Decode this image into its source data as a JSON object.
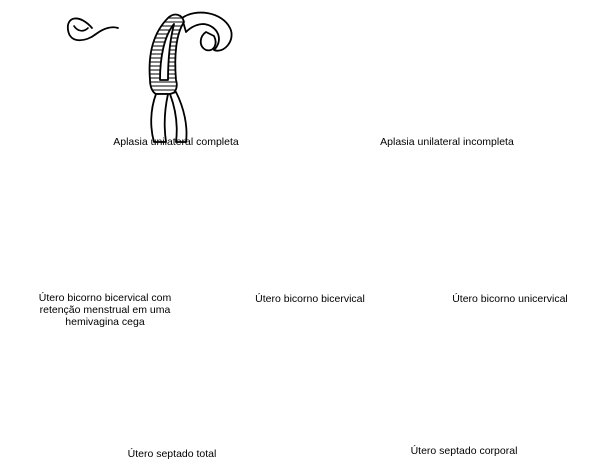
{
  "figures": [
    {
      "id": "aplasia-completa",
      "caption": "Aplasia unilateral completa"
    },
    {
      "id": "aplasia-incompleta",
      "caption": "Aplasia unilateral incompleta"
    },
    {
      "id": "bicorno-bicervical-retencao",
      "caption": "Útero bicorno bicervical com retenção menstrual em uma hemivagina cega"
    },
    {
      "id": "bicorno-bicervical",
      "caption": "Útero bicorno bicervical"
    },
    {
      "id": "bicorno-unicervical",
      "caption": "Útero bicorno unicervical"
    },
    {
      "id": "septado-total",
      "caption": "Útero septado total"
    },
    {
      "id": "septado-corporal",
      "caption": "Útero septado corporal"
    }
  ],
  "colors": {
    "line": "#000000",
    "background": "#ffffff"
  }
}
